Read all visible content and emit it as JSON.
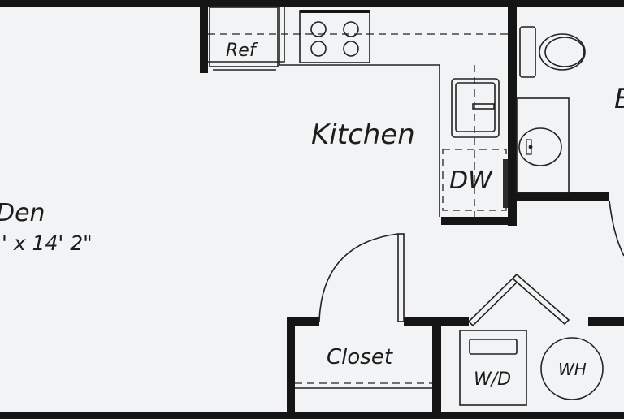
{
  "rooms": {
    "den": {
      "name": "Den",
      "dimensions": "' x 14' 2\""
    },
    "kitchen": {
      "name": "Kitchen"
    },
    "closet": {
      "name": "Closet"
    },
    "bath": {
      "name": "B"
    }
  },
  "fixtures": {
    "refrigerator": "Ref",
    "dishwasher": "DW",
    "washer_dryer": "W/D",
    "water_heater": "WH"
  },
  "colors": {
    "floor": "#f2f3f4",
    "wall": "#151515",
    "line": "#222222"
  }
}
